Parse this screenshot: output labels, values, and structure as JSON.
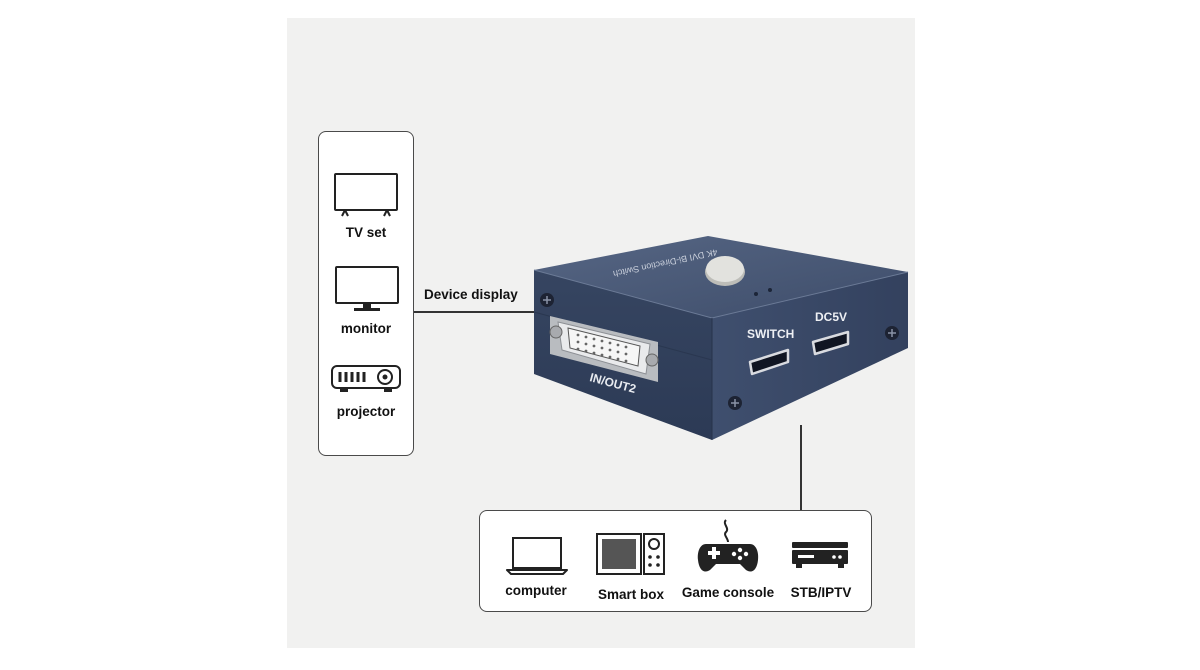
{
  "left_box": {
    "items": [
      {
        "label": "TV set",
        "icon": "tv-icon"
      },
      {
        "label": "monitor",
        "icon": "monitor-icon"
      },
      {
        "label": "projector",
        "icon": "projector-icon"
      }
    ]
  },
  "connector_label": "Device display",
  "device": {
    "top_text": "4K DVI Bi-Direction Switch",
    "port_dvi": "IN/OUT2",
    "port_switch": "SWITCH",
    "port_dc": "DC5V",
    "colors": {
      "body": "#3a4a66",
      "top": "#4b5b78",
      "button": "#dcdcd8"
    }
  },
  "bottom_box": {
    "items": [
      {
        "label": "computer",
        "icon": "laptop-icon"
      },
      {
        "label": "Smart box",
        "icon": "smart-box-icon"
      },
      {
        "label": "Game console",
        "icon": "gamepad-icon"
      },
      {
        "label": "STB/IPTV",
        "icon": "set-top-box-icon"
      }
    ]
  }
}
